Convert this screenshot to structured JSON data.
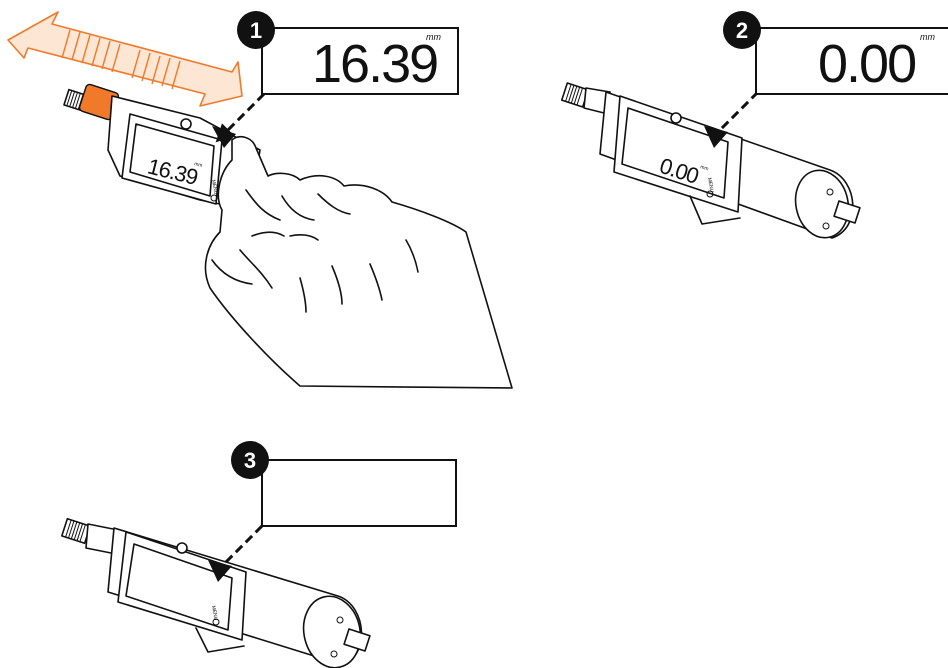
{
  "steps": [
    {
      "number": "1",
      "display_value": "16.39",
      "unit": "mm",
      "device_value": "16.39",
      "device_unit": "mm",
      "device_button": "MENU"
    },
    {
      "number": "2",
      "display_value": "0.00",
      "unit": "mm",
      "device_value": "0.00",
      "device_unit": "mm",
      "device_button": "MENU"
    },
    {
      "number": "3",
      "display_value": "",
      "unit": "",
      "device_value": "",
      "device_unit": "",
      "device_button": "MENU"
    }
  ],
  "colors": {
    "accent": "#f07a2a",
    "ink": "#111111",
    "background": "#ffffff"
  },
  "icons": [
    "double-headed-arrow-icon",
    "hand-icon",
    "power-icon"
  ]
}
